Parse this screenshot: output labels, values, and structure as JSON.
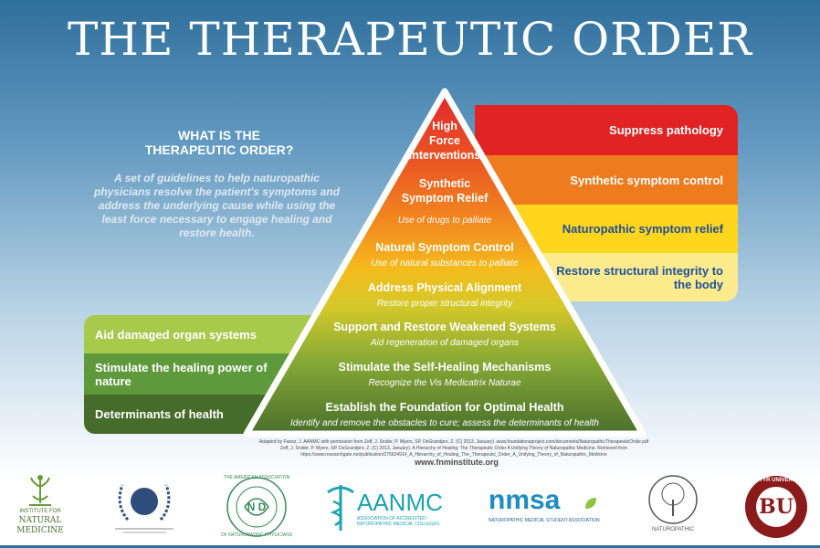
{
  "title": "THE THERAPEUTIC ORDER",
  "intro": {
    "heading_line1": "WHAT IS THE",
    "heading_line2": "THERAPEUTIC ORDER?",
    "description": "A set of guidelines to help naturopathic physicians resolve the patient's symptoms and address the underlying cause while using the least force necessary to engage healing and restore health."
  },
  "pyramid_levels": [
    {
      "main_line1": "High",
      "main_line2": "Force",
      "main_line3": "Interventions",
      "sub": ""
    },
    {
      "main_line1": "Synthetic",
      "main_line2": "Symptom Relief",
      "sub": "Use of drugs to palliate"
    },
    {
      "main": "Natural Symptom Control",
      "sub": "Use of natural substances to palliate"
    },
    {
      "main": "Address Physical Alignment",
      "sub": "Restore proper structural integrity"
    },
    {
      "main": "Support and Restore Weakened Systems",
      "sub": "Aid regeneration of damaged organs"
    },
    {
      "main": "Stimulate the Self-Healing Mechanisms",
      "sub": "Recognize the Vis Medicatrix Naturae"
    },
    {
      "main": "Establish the Foundation for Optimal Health",
      "sub": "Identify and remove the obstacles to cure; assess the determinants of health"
    }
  ],
  "right_bars": [
    {
      "label": "Suppress pathology",
      "color": "#e02424"
    },
    {
      "label": "Synthetic symptom control",
      "color": "#ee7b1e"
    },
    {
      "label": "Naturopathic symptom relief",
      "color": "#ffd51e"
    },
    {
      "label": "Restore structural integrity to the body",
      "color": "#fbeb8c"
    }
  ],
  "left_bars": [
    {
      "label": "Aid damaged organ systems",
      "color": "#a7c94c"
    },
    {
      "label": "Stimulate the healing power of nature",
      "color": "#5e9a3c"
    },
    {
      "label": "Determinants of health",
      "color": "#456c2a"
    }
  ],
  "citation": {
    "line1": "Adapted by Fanez, J. AANMC with permission from Zeff, J. Snider, P. Myers, SP. DeGrandpre, Z. (C) 2013, January). www.foundationsproject.com/documents/NaturopathicTherapeuticOrder.pdf",
    "line2": "Zeff, J. Snider, P. Myers, SP. DeGrandpre, Z. (C) 2013, January). A Hierarchy of Healing: The Therapeutic Order A Unifying Theory of Naturopathic Medicine. Retrieved from",
    "line3": "https://www.researchgate.net/publication/275634914_A_Hierarchy_of_Healing_The_Therapeutic_Order_A_Unifying_Theory_of_Naturopathic_Medicine"
  },
  "website": "www.fnminstitute.org",
  "logos": {
    "ifm": {
      "line1": "INSTITUTE FOR",
      "line2": "NATURAL",
      "line3": "MEDICINE",
      "icon": "tree-person-icon"
    },
    "aanp": {
      "ring_top": "THE AMERICAN ASSOCIATION",
      "ring_bottom": "OF NATUROPATHIC PHYSICIANS",
      "center": "N D"
    },
    "aanmc": {
      "name": "AANMC",
      "tagline": "ASSOCIATION OF ACCREDITED NATUROPATHIC MEDICAL COLLEGES"
    },
    "nmsa": {
      "name": "nmsa",
      "tagline": "NATUROPATHIC MEDICAL STUDENT ASSOCIATION"
    },
    "cancer": {
      "name": "NATUROPATHIC"
    },
    "bastyr": {
      "ring": "BASTYR UNIVERSITY",
      "center": "BU"
    }
  },
  "colors": {
    "pyramid_top": "#e3262b",
    "pyramid_bottom": "#4a6f2c",
    "text_blue": "#1f4f98"
  }
}
